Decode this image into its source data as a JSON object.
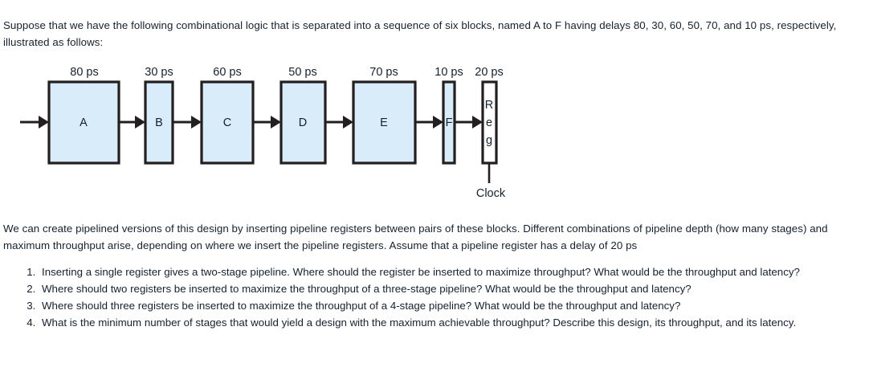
{
  "intro": {
    "text": "Suppose that we have the following combinational logic that is separated into a sequence of six blocks, named A to F having delays 80, 30, 60, 50, 70, and 10 ps, respectively, illustrated as follows:"
  },
  "diagram": {
    "input_arrow": "input-arrow",
    "clock_label": "Clock",
    "blocks": [
      {
        "label": "A",
        "delay": "80 ps",
        "type": "logic"
      },
      {
        "label": "B",
        "delay": "30 ps",
        "type": "logic"
      },
      {
        "label": "C",
        "delay": "60 ps",
        "type": "logic"
      },
      {
        "label": "D",
        "delay": "50 ps",
        "type": "logic"
      },
      {
        "label": "E",
        "delay": "70 ps",
        "type": "logic"
      },
      {
        "label": "F",
        "delay": "10 ps",
        "type": "logic"
      },
      {
        "label": "Reg",
        "delay": "20 ps",
        "type": "register"
      }
    ],
    "register_letters": [
      "R",
      "e",
      "g"
    ],
    "colors": {
      "logic_fill": "#d9ecf9",
      "register_fill": "#ffffff",
      "outline": "#231f20",
      "text": "#16212e"
    }
  },
  "body": {
    "text": "We can create pipelined versions of this design by inserting pipeline registers between pairs of these blocks. Different combinations of pipeline depth (how many stages) and maximum throughput arise, depending on where we insert the pipeline registers. Assume that a pipeline register has a delay of 20 ps"
  },
  "questions": [
    "Inserting a single register gives a two-stage pipeline. Where should the register be inserted to maximize throughput? What would be the throughput and latency?",
    "Where should two registers be inserted to maximize the throughput of a three-stage pipeline? What would be the throughput and latency?",
    "Where should three registers be inserted to maximize the throughput of a 4-stage pipeline? What would be the throughput and latency?",
    "What is the minimum number of stages that would yield a design with the maximum achievable throughput? Describe this design, its throughput, and its latency."
  ]
}
